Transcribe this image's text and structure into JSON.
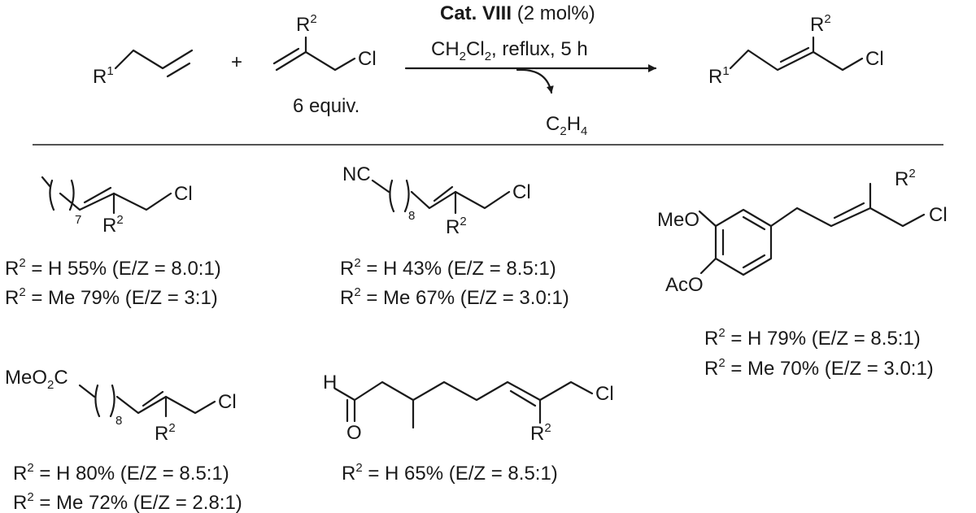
{
  "reaction": {
    "reactant1": {
      "r_label": "R",
      "r_sup": "1"
    },
    "reactant2": {
      "r_label": "R",
      "r_sup": "2",
      "cl": "Cl",
      "equiv": "6 equiv."
    },
    "plus": "+",
    "arrow": {
      "catalyst": "Cat. VIII",
      "loading": " (2 mol%)",
      "solvent_a": "CH",
      "solvent_sub1": "2",
      "solvent_b": "Cl",
      "solvent_sub2": "2",
      "conditions": ", reflux, 5 h",
      "byproduct_a": "C",
      "byproduct_sub1": "2",
      "byproduct_b": "H",
      "byproduct_sub2": "4"
    },
    "product": {
      "r1": "R",
      "r1_sup": "1",
      "r2": "R",
      "r2_sup": "2",
      "cl": "Cl"
    }
  },
  "examples": [
    {
      "labels": {
        "sub": "7",
        "r2": "R",
        "r2_sup": "2",
        "cl": "Cl"
      },
      "results": [
        {
          "r": "R",
          "sup": "2",
          "text": " = H 55% (E/Z = 8.0:1)"
        },
        {
          "r": "R",
          "sup": "2",
          "text": " = Me 79% (E/Z = 3:1)"
        }
      ]
    },
    {
      "labels": {
        "nc": "NC",
        "sub": "8",
        "r2": "R",
        "r2_sup": "2",
        "cl": "Cl"
      },
      "results": [
        {
          "r": "R",
          "sup": "2",
          "text": " = H 43% (E/Z = 8.5:1)"
        },
        {
          "r": "R",
          "sup": "2",
          "text": " = Me 67% (E/Z = 3.0:1)"
        }
      ]
    },
    {
      "labels": {
        "meo": "MeO",
        "aco": "AcO",
        "r2": "R",
        "r2_sup": "2",
        "cl": "Cl"
      },
      "results": [
        {
          "r": "R",
          "sup": "2",
          "text": " = H 79% (E/Z = 8.5:1)"
        },
        {
          "r": "R",
          "sup": "2",
          "text": " = Me 70% (E/Z = 3.0:1)"
        }
      ]
    },
    {
      "labels": {
        "ester_a": "MeO",
        "ester_sub": "2",
        "ester_b": "C",
        "sub": "8",
        "r2": "R",
        "r2_sup": "2",
        "cl": "Cl"
      },
      "results": [
        {
          "r": "R",
          "sup": "2",
          "text": " = H 80% (E/Z = 8.5:1)"
        },
        {
          "r": "R",
          "sup": "2",
          "text": " = Me 72% (E/Z = 2.8:1)"
        }
      ]
    },
    {
      "labels": {
        "h": "H",
        "o": "O",
        "r2": "R",
        "r2_sup": "2",
        "cl": "Cl"
      },
      "results": [
        {
          "r": "R",
          "sup": "2",
          "text": " = H 65% (E/Z = 8.5:1)"
        }
      ]
    }
  ]
}
